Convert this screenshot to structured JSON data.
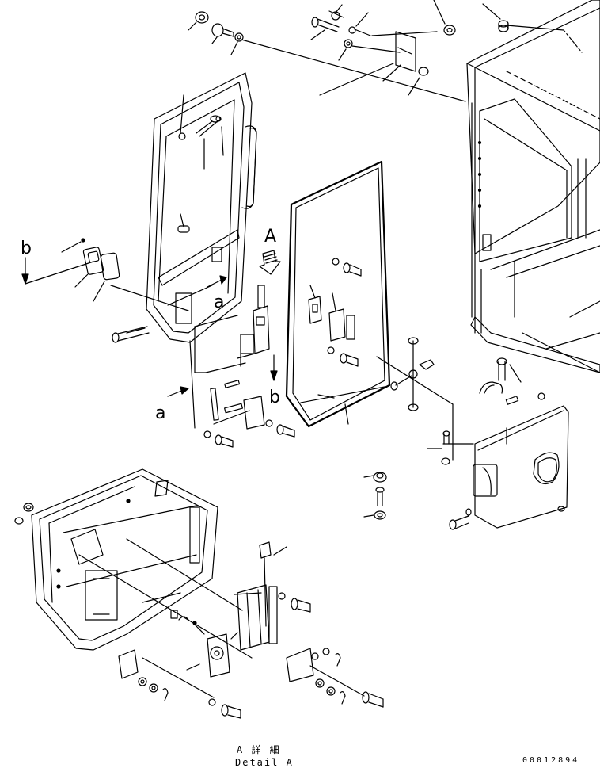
{
  "view_labels": {
    "b_top": "b",
    "b_mid": "b",
    "a_left": "a",
    "a_mid": "a",
    "A_arrow": "A"
  },
  "detail_caption": {
    "japanese": "A 詳 細",
    "english": "Detail A"
  },
  "drawing_number": "00012894"
}
